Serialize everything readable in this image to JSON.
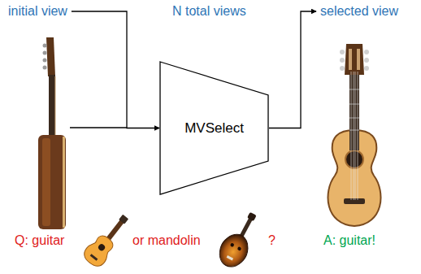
{
  "diagram": {
    "nodes": [
      {
        "text": [
          "initial view"
        ]
      },
      {
        "text": [
          "MVSelect"
        ]
      },
      {
        "text": [
          "selected view"
        ]
      }
    ],
    "edges": [
      {
        "from": 0,
        "to": 1,
        "arrow": "to"
      },
      {
        "from": 1,
        "to": 2,
        "arrow": "to"
      }
    ],
    "labels": [
      "N total views",
      "Q: guitar",
      "or mandolin",
      "?",
      "A: guitar!"
    ]
  }
}
